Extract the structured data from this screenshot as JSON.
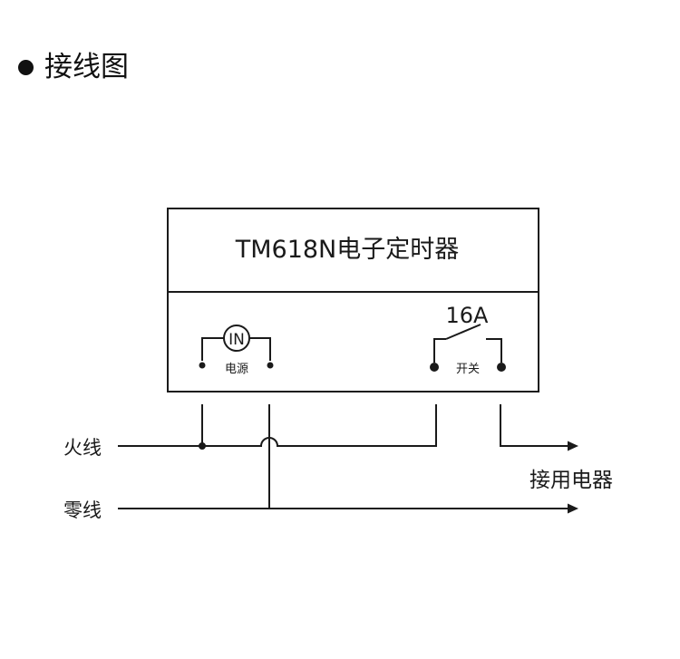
{
  "heading": {
    "bullet_icon": "filled-circle-bullet-icon",
    "title": "接线图"
  },
  "device": {
    "name": "TM618N电子定时器",
    "power_symbol": "IN",
    "power_label": "电源",
    "switch_rating": "16A",
    "switch_label": "开关"
  },
  "wires": {
    "live": "火线",
    "neutral": "零线",
    "load": "接用电器"
  },
  "colors": {
    "line": "#1a1a1a",
    "background": "#ffffff"
  }
}
